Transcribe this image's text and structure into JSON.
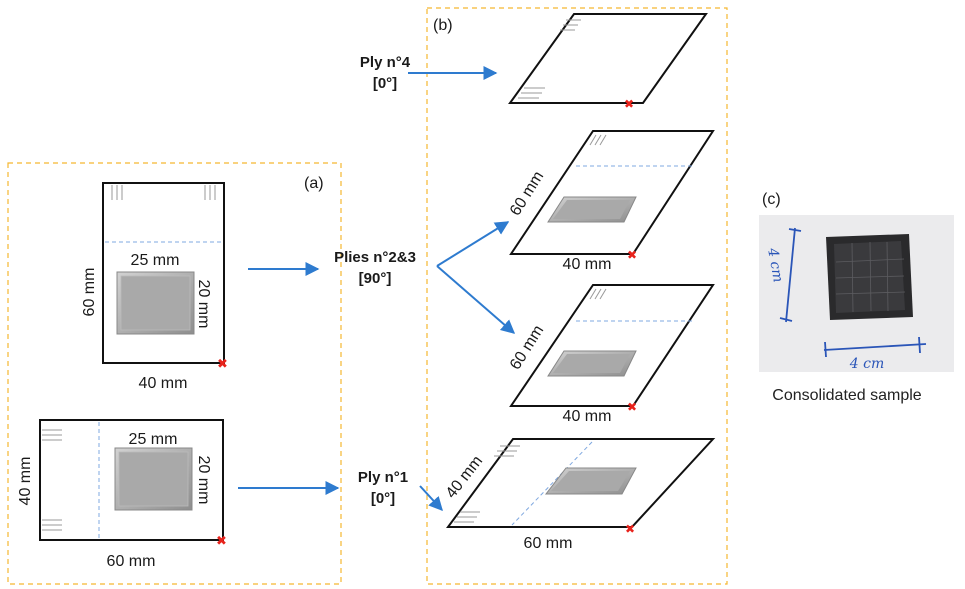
{
  "panels": {
    "a": {
      "label": "(a)"
    },
    "b": {
      "label": "(b)"
    },
    "c": {
      "label": "(c)",
      "caption": "Consolidated sample",
      "photo_marks": [
        "4 cm",
        "4 cm"
      ]
    }
  },
  "plies": {
    "ply4": {
      "name": "Ply n°4",
      "angle": "[0°]"
    },
    "ply23": {
      "name": "Plies n°2&3",
      "angle": "[90°]"
    },
    "ply1": {
      "name": "Ply n°1",
      "angle": "[0°]"
    }
  },
  "dimensions": {
    "v_width": "40 mm",
    "v_height": "60 mm",
    "insert_w": "25 mm",
    "insert_h": "20 mm",
    "h_width": "60 mm",
    "h_height": "40 mm",
    "b2_side": "60 mm",
    "b2_bottom": "40 mm",
    "b3_side": "60 mm",
    "b3_bottom": "40 mm",
    "b1_side": "40 mm",
    "b1_bottom": "60 mm"
  },
  "colors": {
    "frame": "#f5b731",
    "arrow": "#2e7bcf",
    "dash": "#7fa8e0",
    "marker": "#e8231c",
    "insert": "#a9a9a9"
  }
}
